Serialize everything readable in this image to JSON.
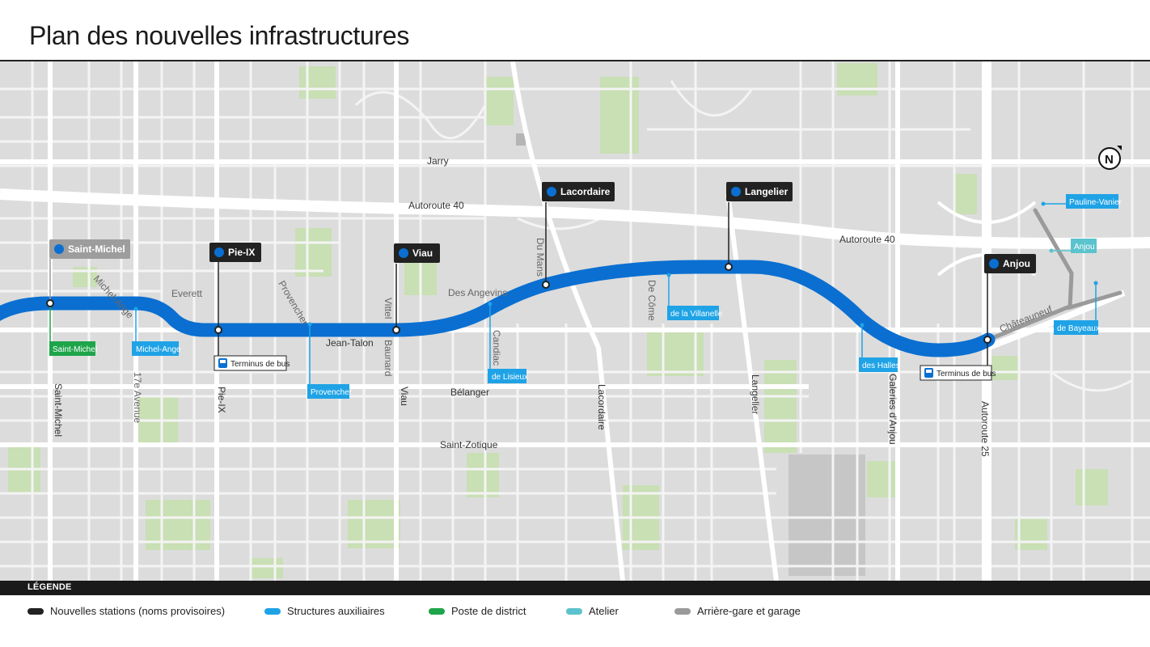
{
  "title": "Plan des nouvelles infrastructures",
  "colors": {
    "line": "#0a6fd1",
    "auxiliary": "#1fa3e6",
    "district": "#1ea54a",
    "workshop": "#5bc3cd",
    "garage": "#9a9a9a",
    "station": "#222222"
  },
  "north": "N",
  "stations": {
    "saint_michel": "Saint-Michel",
    "pie_ix": "Pie-IX",
    "viau": "Viau",
    "lacordaire": "Lacordaire",
    "langelier": "Langelier",
    "anjou": "Anjou"
  },
  "auxiliary": {
    "saint_michel": "Saint-Michel",
    "michel_ange": "Michel-Ange",
    "provencher": "Provencher",
    "de_lisieux": "de Lisieux",
    "de_la_villanelle": "de la Villanelle",
    "des_halles": "des Halles",
    "de_bayeaux": "de Bayeaux",
    "pauline_vanier": "Pauline-Vanier",
    "anjou_workshop": "Anjou"
  },
  "bus": {
    "pie_ix": "Terminus de bus",
    "anjou": "Terminus de bus"
  },
  "streets": {
    "jarry": "Jarry",
    "autoroute40_a": "Autoroute 40",
    "autoroute40_b": "Autoroute 40",
    "michel_ange": "Michel-Ange",
    "everett": "Everett",
    "provencher": "Provencher",
    "vittel": "Vittel",
    "baunard": "Baunard",
    "des_angevins": "Des Angevins",
    "du_mans": "Du Mans",
    "de_come": "De Côme",
    "jean_talon": "Jean-Talon",
    "candiac": "Candiac",
    "belanger": "Bélanger",
    "saint_zotique": "Saint-Zotique",
    "saint_michel": "Saint-Michel",
    "avenue17": "17e Avenue",
    "pie_ix": "Pie-IX",
    "viau": "Viau",
    "lacordaire": "Lacordaire",
    "langelier": "Langelier",
    "galeries": "Galeries d'Anjou",
    "autoroute25": "Autoroute 25",
    "chateauneuf": "Châteauneuf"
  },
  "legend": {
    "heading": "LÉGENDE",
    "stations": "Nouvelles stations (noms provisoires)",
    "auxiliary": "Structures auxiliaires",
    "district": "Poste de district",
    "workshop": "Atelier",
    "garage": "Arrière-gare et garage"
  }
}
